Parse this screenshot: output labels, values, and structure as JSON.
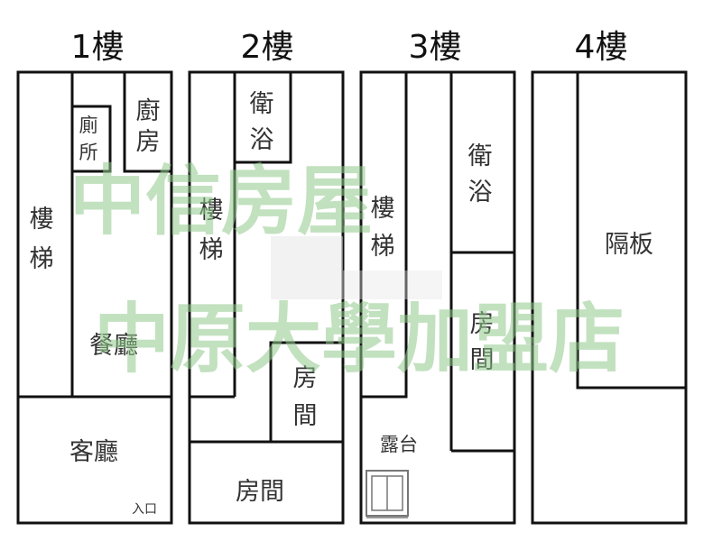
{
  "colors": {
    "wall": "#111111",
    "watermark": "#8fc98a",
    "text": "#333333"
  },
  "floors": {
    "f1": {
      "title": "1樓",
      "stairs": [
        "樓",
        "梯"
      ],
      "toilet": [
        "廁",
        "所"
      ],
      "kitchen": [
        "廚",
        "房"
      ],
      "dining": "餐廳",
      "living": "客廳",
      "entrance": "入口"
    },
    "f2": {
      "title": "2樓",
      "bath": [
        "衛",
        "浴"
      ],
      "stairs": [
        "樓",
        "梯"
      ],
      "room_small": [
        "房",
        "間"
      ],
      "room_bottom": "房間"
    },
    "f3": {
      "title": "3樓",
      "stairs": [
        "樓",
        "梯"
      ],
      "bath": [
        "衛",
        "浴"
      ],
      "room": [
        "房",
        "間"
      ],
      "terrace": "露台"
    },
    "f4": {
      "title": "4樓",
      "partition": "隔板"
    }
  },
  "watermark": {
    "line1": "中信房屋",
    "line2": "中原大學加盟店"
  },
  "icons": {
    "terrace_appliance": "washing-machine-icon"
  }
}
